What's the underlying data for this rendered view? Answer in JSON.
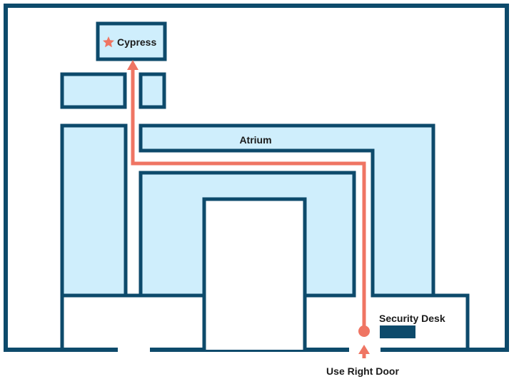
{
  "map": {
    "colors": {
      "wall": "#0d4a6b",
      "room_fill": "#cfeefc",
      "route": "#ef7563",
      "desk": "#0d4a6b",
      "background": "#ffffff"
    },
    "labels": {
      "destination": "Cypress",
      "atrium": "Atrium",
      "security_desk": "Security Desk",
      "entrance": "Use Right Door"
    },
    "icons": {
      "destination_marker": "star-icon",
      "start_marker": "circle-dot-icon",
      "entrance_arrow": "arrow-up-icon"
    }
  }
}
